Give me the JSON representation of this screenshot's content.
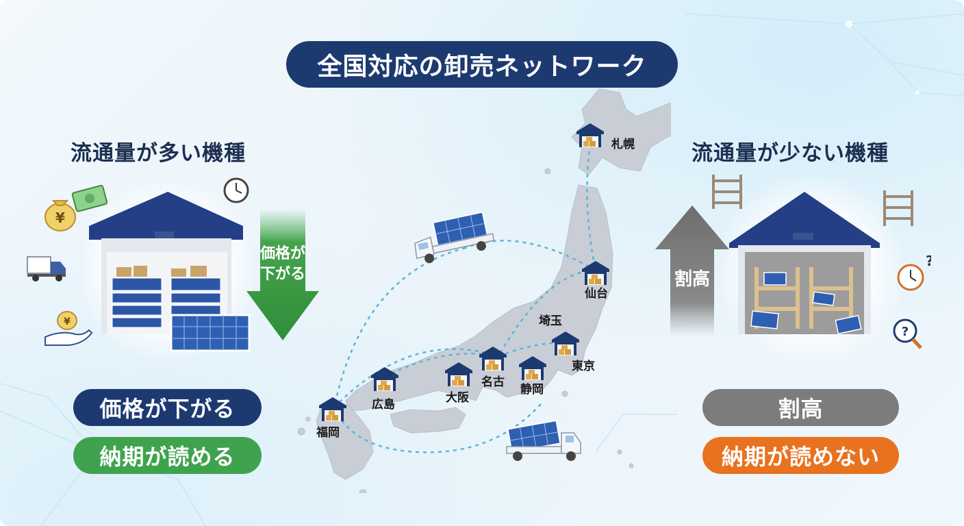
{
  "title": "全国対応の卸売ネットワーク",
  "left": {
    "heading": "流通量が多い機種",
    "arrow_text_line1": "価格が",
    "arrow_text_line2": "下がる",
    "pill_price": "価格が下がる",
    "pill_delivery": "納期が読める"
  },
  "right": {
    "heading": "流通量が少ない機種",
    "arrow_text": "割高",
    "pill_price": "割高",
    "pill_delivery": "納期が読めない"
  },
  "cities": {
    "sapporo": "札幌",
    "sendai": "仙台",
    "saitama": "埼玉",
    "tokyo": "東京",
    "shizuoka": "静岡",
    "nagoya": "名古",
    "osaka": "大阪",
    "hiroshima": "広島",
    "fukuoka": "福岡"
  },
  "icons": {
    "yen_symbol": "¥",
    "question_symbol": "?"
  },
  "colors": {
    "navy": "#1d3a70",
    "green": "#3fa34d",
    "gray": "#7c7c7c",
    "orange": "#e8721f",
    "map": "#c9ced6",
    "route": "#5ab4d6"
  }
}
